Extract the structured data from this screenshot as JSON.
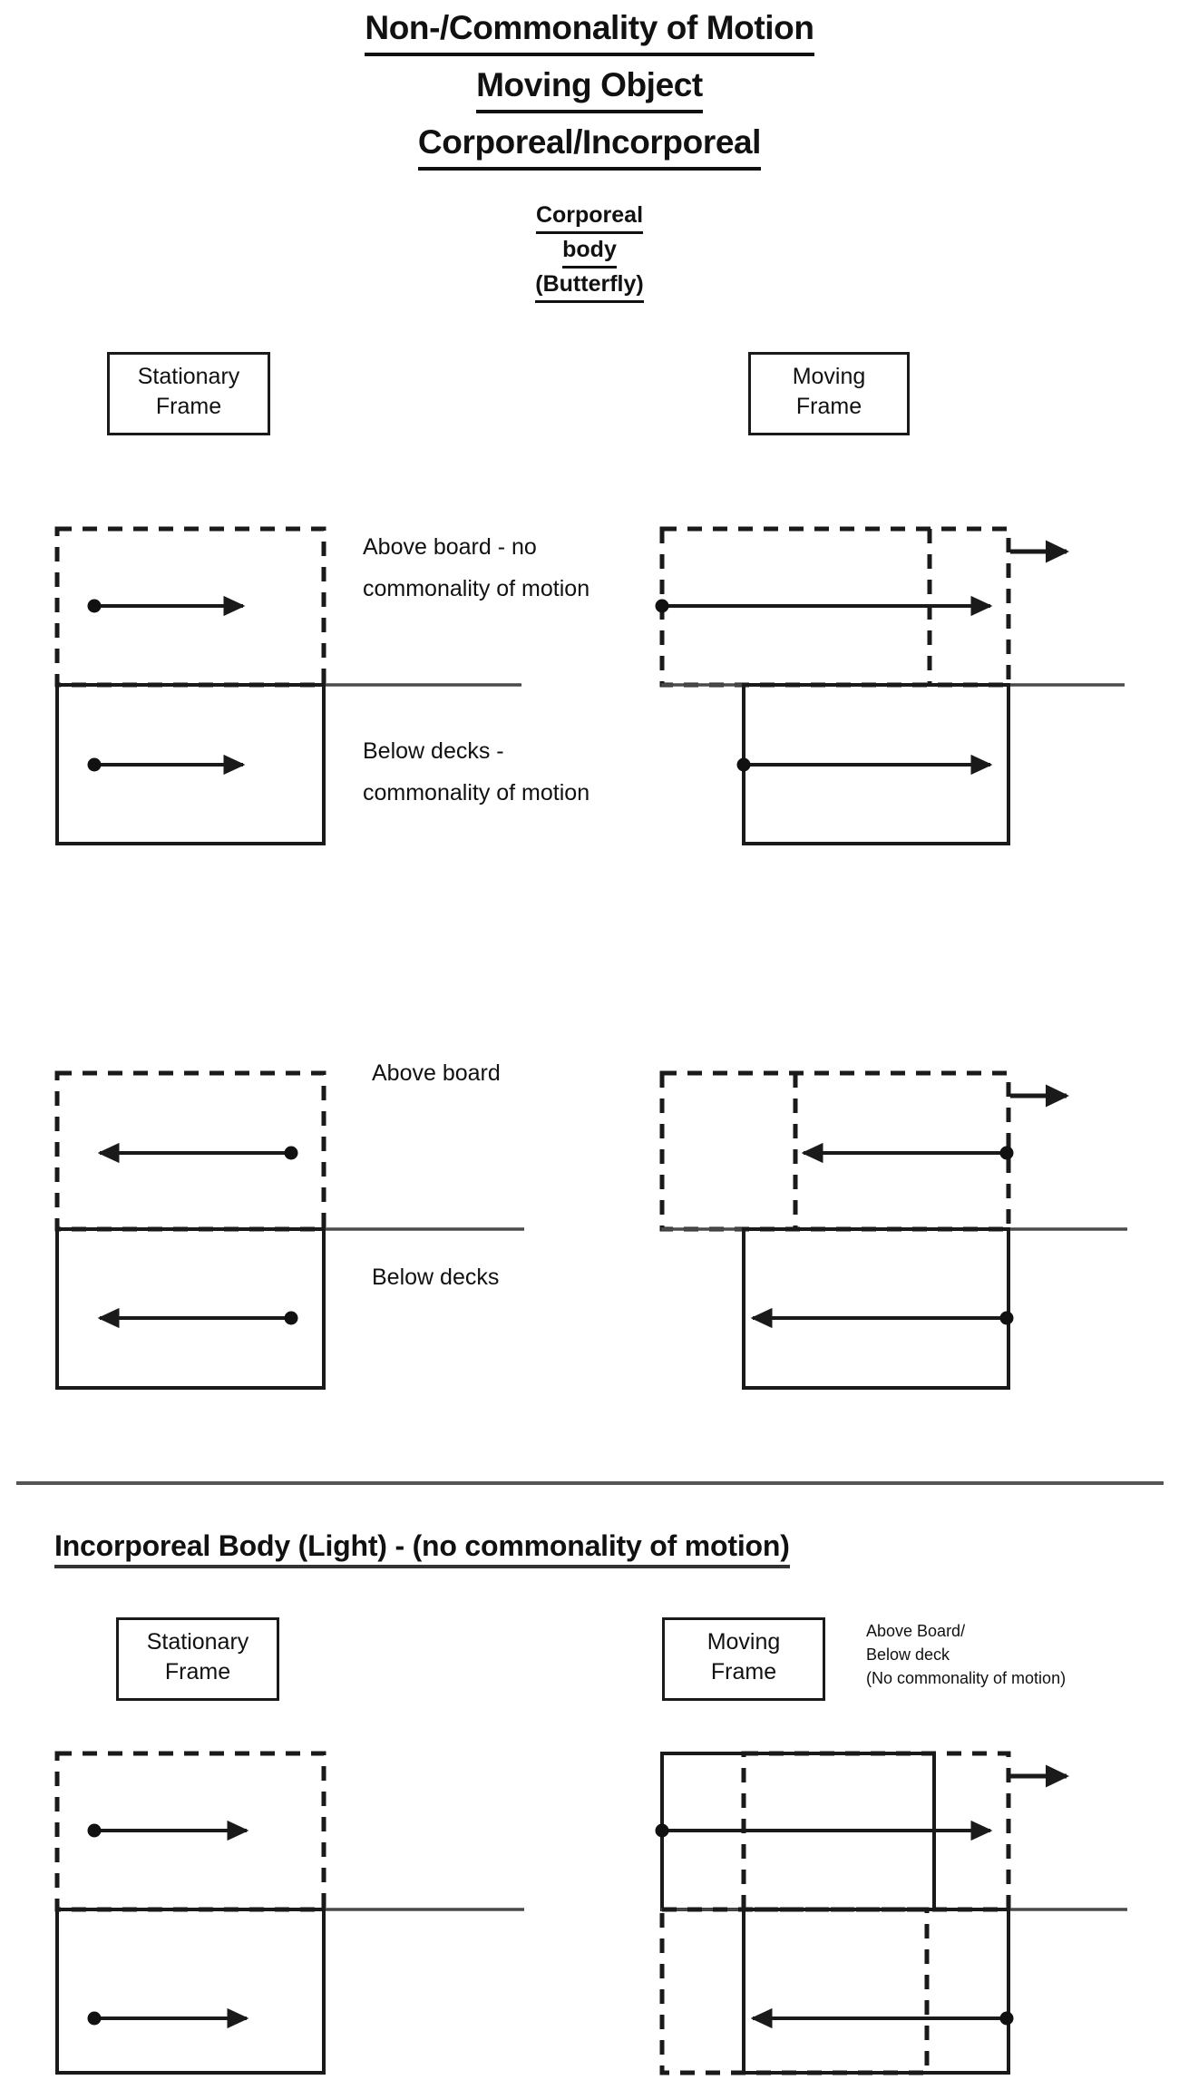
{
  "title": {
    "line1": "Non-/Commonality of Motion",
    "line2": "Moving Object",
    "line3": "Corporeal/Incorporeal"
  },
  "subtitle": {
    "line1": "Corporeal",
    "line2": "body",
    "line3": "(Butterfly)"
  },
  "frames": {
    "stationary_line1": "Stationary",
    "stationary_line2": "Frame",
    "moving_line1": "Moving",
    "moving_line2": "Frame"
  },
  "group1": {
    "above_label": "Above board - no commonality of motion",
    "below_label": "Below decks - commonality of motion"
  },
  "group2": {
    "above_label": "Above board",
    "below_label": "Below decks"
  },
  "incorporeal": {
    "heading": "Incorporeal Body (Light) - (no commonality of motion)",
    "note_line1": "Above Board/",
    "note_line2": "Below deck",
    "note_line3": "(No commonality of motion)"
  },
  "colors": {
    "ink": "#1a1a1a",
    "deck": "#4a4a4a",
    "divider": "#555555",
    "background": "#ffffff"
  },
  "chart_data": {
    "type": "diagram",
    "title": "Non-/Commonality of Motion — Moving Object — Corporeal/Incorporeal",
    "panels": [
      {
        "id": "corporeal-stationary-rightward",
        "section": "Corporeal body (Butterfly)",
        "frame": "Stationary Frame",
        "above_board": {
          "box": "dashed",
          "motion_arrow": "rightward",
          "origin_marker": "dot-left"
        },
        "below_decks": {
          "box": "solid",
          "motion_arrow": "rightward",
          "origin_marker": "dot-left"
        },
        "frame_velocity_arrow": false,
        "annotation_above": "Above board - no commonality of motion",
        "annotation_below": "Below decks - commonality of motion"
      },
      {
        "id": "corporeal-moving-rightward",
        "section": "Corporeal body (Butterfly)",
        "frame": "Moving Frame",
        "above_board": {
          "box": "dashed",
          "displaced_copy": "dashed-vertical",
          "motion_arrow": "rightward",
          "origin_marker": "dot-left"
        },
        "below_decks": {
          "box": "solid",
          "motion_arrow": "rightward",
          "origin_marker": "dot-left"
        },
        "frame_velocity_arrow": true,
        "frame_velocity_direction": "rightward"
      },
      {
        "id": "corporeal-stationary-leftward",
        "section": "Corporeal body (Butterfly)",
        "frame": "Stationary Frame",
        "above_board": {
          "box": "dashed",
          "motion_arrow": "leftward",
          "origin_marker": "dot-right"
        },
        "below_decks": {
          "box": "solid",
          "motion_arrow": "leftward",
          "origin_marker": "dot-right"
        },
        "frame_velocity_arrow": false,
        "annotation_above": "Above board",
        "annotation_below": "Below decks"
      },
      {
        "id": "corporeal-moving-leftward",
        "section": "Corporeal body (Butterfly)",
        "frame": "Moving Frame",
        "above_board": {
          "box": "dashed",
          "displaced_copy": "dashed-vertical",
          "motion_arrow": "leftward",
          "origin_marker": "dot-right"
        },
        "below_decks": {
          "box": "solid",
          "motion_arrow": "leftward",
          "origin_marker": "dot-right"
        },
        "frame_velocity_arrow": true,
        "frame_velocity_direction": "rightward"
      },
      {
        "id": "incorporeal-stationary",
        "section": "Incorporeal Body (Light)",
        "frame": "Stationary Frame",
        "above_board": {
          "box": "dashed",
          "motion_arrow": "rightward",
          "origin_marker": "dot-left"
        },
        "below_decks": {
          "box": "solid",
          "motion_arrow": "rightward",
          "origin_marker": "dot-left"
        },
        "frame_velocity_arrow": false
      },
      {
        "id": "incorporeal-moving",
        "section": "Incorporeal Body (Light)",
        "frame": "Moving Frame",
        "above_board": {
          "box": "solid-and-dashed-offset",
          "motion_arrow": "rightward",
          "origin_marker": "dot-left"
        },
        "below_decks": {
          "box": "solid-and-dashed-offset",
          "motion_arrow": "leftward",
          "origin_marker": "dot-right"
        },
        "frame_velocity_arrow": true,
        "frame_velocity_direction": "rightward",
        "annotation": "Above Board/ Below deck (No commonality of motion)"
      }
    ]
  }
}
